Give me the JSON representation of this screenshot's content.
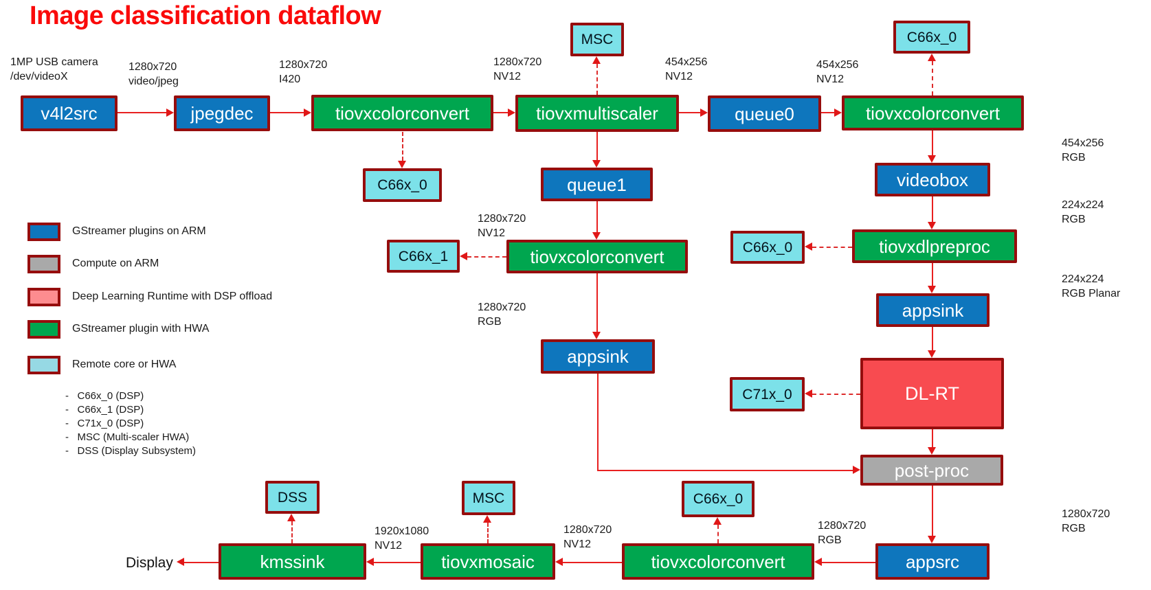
{
  "title": {
    "text": "Image classification dataflow"
  },
  "palette": {
    "title_red": "#fa0a0a",
    "gstreamer_arm_blue": "#0e76bd",
    "gstreamer_hwa_green": "#00a64f",
    "remote_core_cyan": "#7ce1e9",
    "remote_core_legend_cyan": "#96d9e4",
    "dl_runtime_red": "#f84b50",
    "dl_runtime_legend_pink": "#fd8c8f",
    "compute_arm_gray": "#a9a9a9",
    "box_border_maroon": "#960d0d",
    "arrow_red": "#e82020"
  },
  "nodes": [
    {
      "label": "v4l2src",
      "type": "gstreamer-arm"
    },
    {
      "label": "jpegdec",
      "type": "gstreamer-arm"
    },
    {
      "label": "tiovxcolorconvert",
      "type": "gstreamer-hwa"
    },
    {
      "label": "tiovxmultiscaler",
      "type": "gstreamer-hwa"
    },
    {
      "label": "queue0",
      "type": "gstreamer-arm"
    },
    {
      "label": "tiovxcolorconvert",
      "type": "gstreamer-hwa"
    },
    {
      "label": "MSC",
      "type": "remote-core"
    },
    {
      "label": "C66x_0",
      "type": "remote-core"
    },
    {
      "label": "C66x_0",
      "type": "remote-core"
    },
    {
      "label": "queue1",
      "type": "gstreamer-arm"
    },
    {
      "label": "C66x_1",
      "type": "remote-core"
    },
    {
      "label": "tiovxcolorconvert",
      "type": "gstreamer-hwa"
    },
    {
      "label": "appsink",
      "type": "gstreamer-arm"
    },
    {
      "label": "videobox",
      "type": "gstreamer-arm"
    },
    {
      "label": "C66x_0",
      "type": "remote-core"
    },
    {
      "label": "tiovxdlpreproc",
      "type": "gstreamer-hwa"
    },
    {
      "label": "appsink",
      "type": "gstreamer-arm"
    },
    {
      "label": "C71x_0",
      "type": "remote-core"
    },
    {
      "label": "DL-RT",
      "type": "dl-runtime"
    },
    {
      "label": "post-proc",
      "type": "compute-arm"
    },
    {
      "label": "appsrc",
      "type": "gstreamer-arm"
    },
    {
      "label": "C66x_0",
      "type": "remote-core"
    },
    {
      "label": "tiovxcolorconvert",
      "type": "gstreamer-hwa"
    },
    {
      "label": "MSC",
      "type": "remote-core"
    },
    {
      "label": "tiovxmosaic",
      "type": "gstreamer-hwa"
    },
    {
      "label": "DSS",
      "type": "remote-core"
    },
    {
      "label": "kmssink",
      "type": "gstreamer-hwa"
    }
  ],
  "flow_labels": [
    {
      "line1": "1MP USB camera",
      "line2": "/dev/videoX"
    },
    {
      "line1": "1280x720",
      "line2": "video/jpeg"
    },
    {
      "line1": "1280x720",
      "line2": "I420"
    },
    {
      "line1": "1280x720",
      "line2": "NV12"
    },
    {
      "line1": "454x256",
      "line2": "NV12"
    },
    {
      "line1": "454x256",
      "line2": "NV12"
    },
    {
      "line1": "454x256",
      "line2": "RGB"
    },
    {
      "line1": "224x224",
      "line2": "RGB"
    },
    {
      "line1": "1280x720",
      "line2": "NV12"
    },
    {
      "line1": "224x224",
      "line2": "RGB Planar"
    },
    {
      "line1": "1280x720",
      "line2": "RGB"
    },
    {
      "line1": "1280x720",
      "line2": "RGB"
    },
    {
      "line1": "1920x1080",
      "line2": "NV12"
    },
    {
      "line1": "1280x720",
      "line2": "NV12"
    },
    {
      "line1": "1280x720",
      "line2": "RGB"
    }
  ],
  "display_label": "Display",
  "legend": {
    "items": [
      {
        "swatch": "blue",
        "label": "GStreamer plugins on ARM"
      },
      {
        "swatch": "gray",
        "label": "Compute on ARM"
      },
      {
        "swatch": "pink",
        "label": "Deep Learning Runtime with DSP offload"
      },
      {
        "swatch": "green",
        "label": "GStreamer plugin with HWA"
      },
      {
        "swatch": "cyan",
        "label": "Remote core or HWA"
      }
    ],
    "cores": [
      "-   C66x_0 (DSP)",
      "-   C66x_1 (DSP)",
      "-   C71x_0 (DSP)",
      "-   MSC (Multi-scaler HWA)",
      "-   DSS (Display Subsystem)"
    ]
  }
}
